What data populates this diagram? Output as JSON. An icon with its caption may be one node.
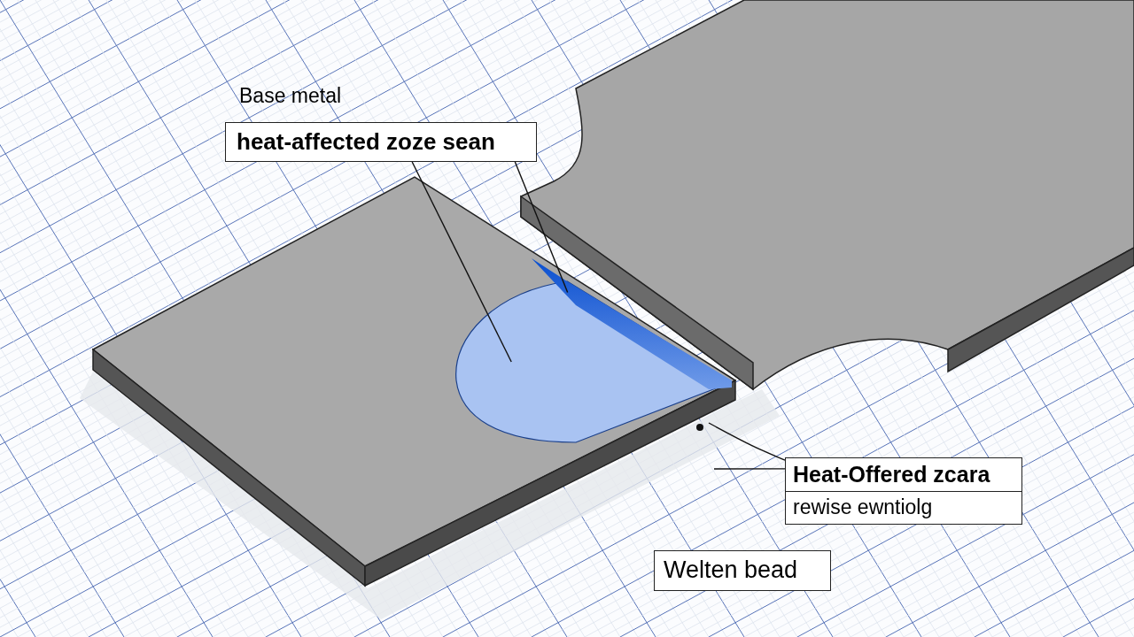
{
  "diagram": {
    "nodes": [
      {
        "text": [
          "Base metal",
          "heat-affected zoze sean"
        ]
      },
      {
        "text": [],
        "shape": "ellipse"
      },
      {
        "text": [],
        "shape": "bar"
      },
      {
        "text": [
          "Heat-Offered zcara",
          "rewise ewntiolg"
        ]
      },
      {
        "text": [
          "Welten bead"
        ]
      }
    ],
    "edges": [
      {
        "from": 0,
        "to": 1,
        "arrow": "none"
      },
      {
        "from": 0,
        "to": 2,
        "arrow": "none"
      },
      {
        "from": 3,
        "to": null,
        "arrow": "none"
      },
      {
        "from": 3,
        "to": null,
        "arrow": "none"
      }
    ]
  }
}
